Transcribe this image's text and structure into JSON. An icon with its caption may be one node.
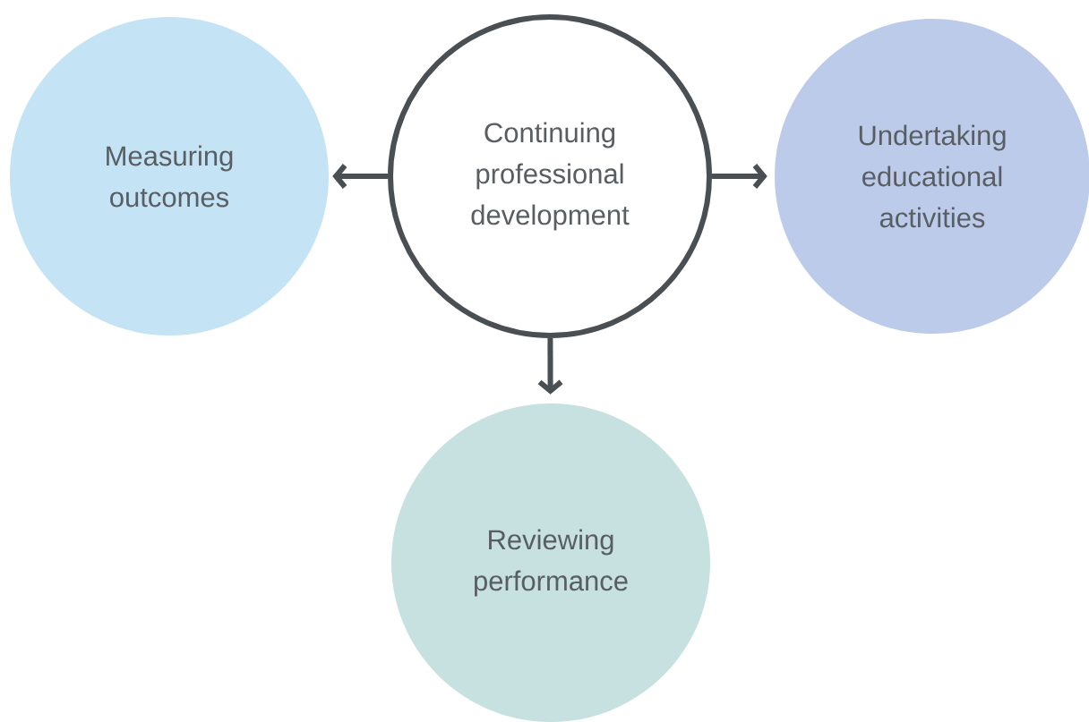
{
  "diagram": {
    "nodes": [
      {
        "text": [
          "Continuing professional development"
        ]
      },
      {
        "text": [
          "Measuring outcomes"
        ]
      },
      {
        "text": [
          "Undertaking educational activities"
        ]
      },
      {
        "text": [
          "Reviewing performance"
        ]
      }
    ],
    "edges": [
      {
        "from": 0,
        "to": 1,
        "arrow": "to"
      },
      {
        "from": 0,
        "to": 2,
        "arrow": "to"
      },
      {
        "from": 0,
        "to": 3,
        "arrow": "to"
      }
    ]
  }
}
